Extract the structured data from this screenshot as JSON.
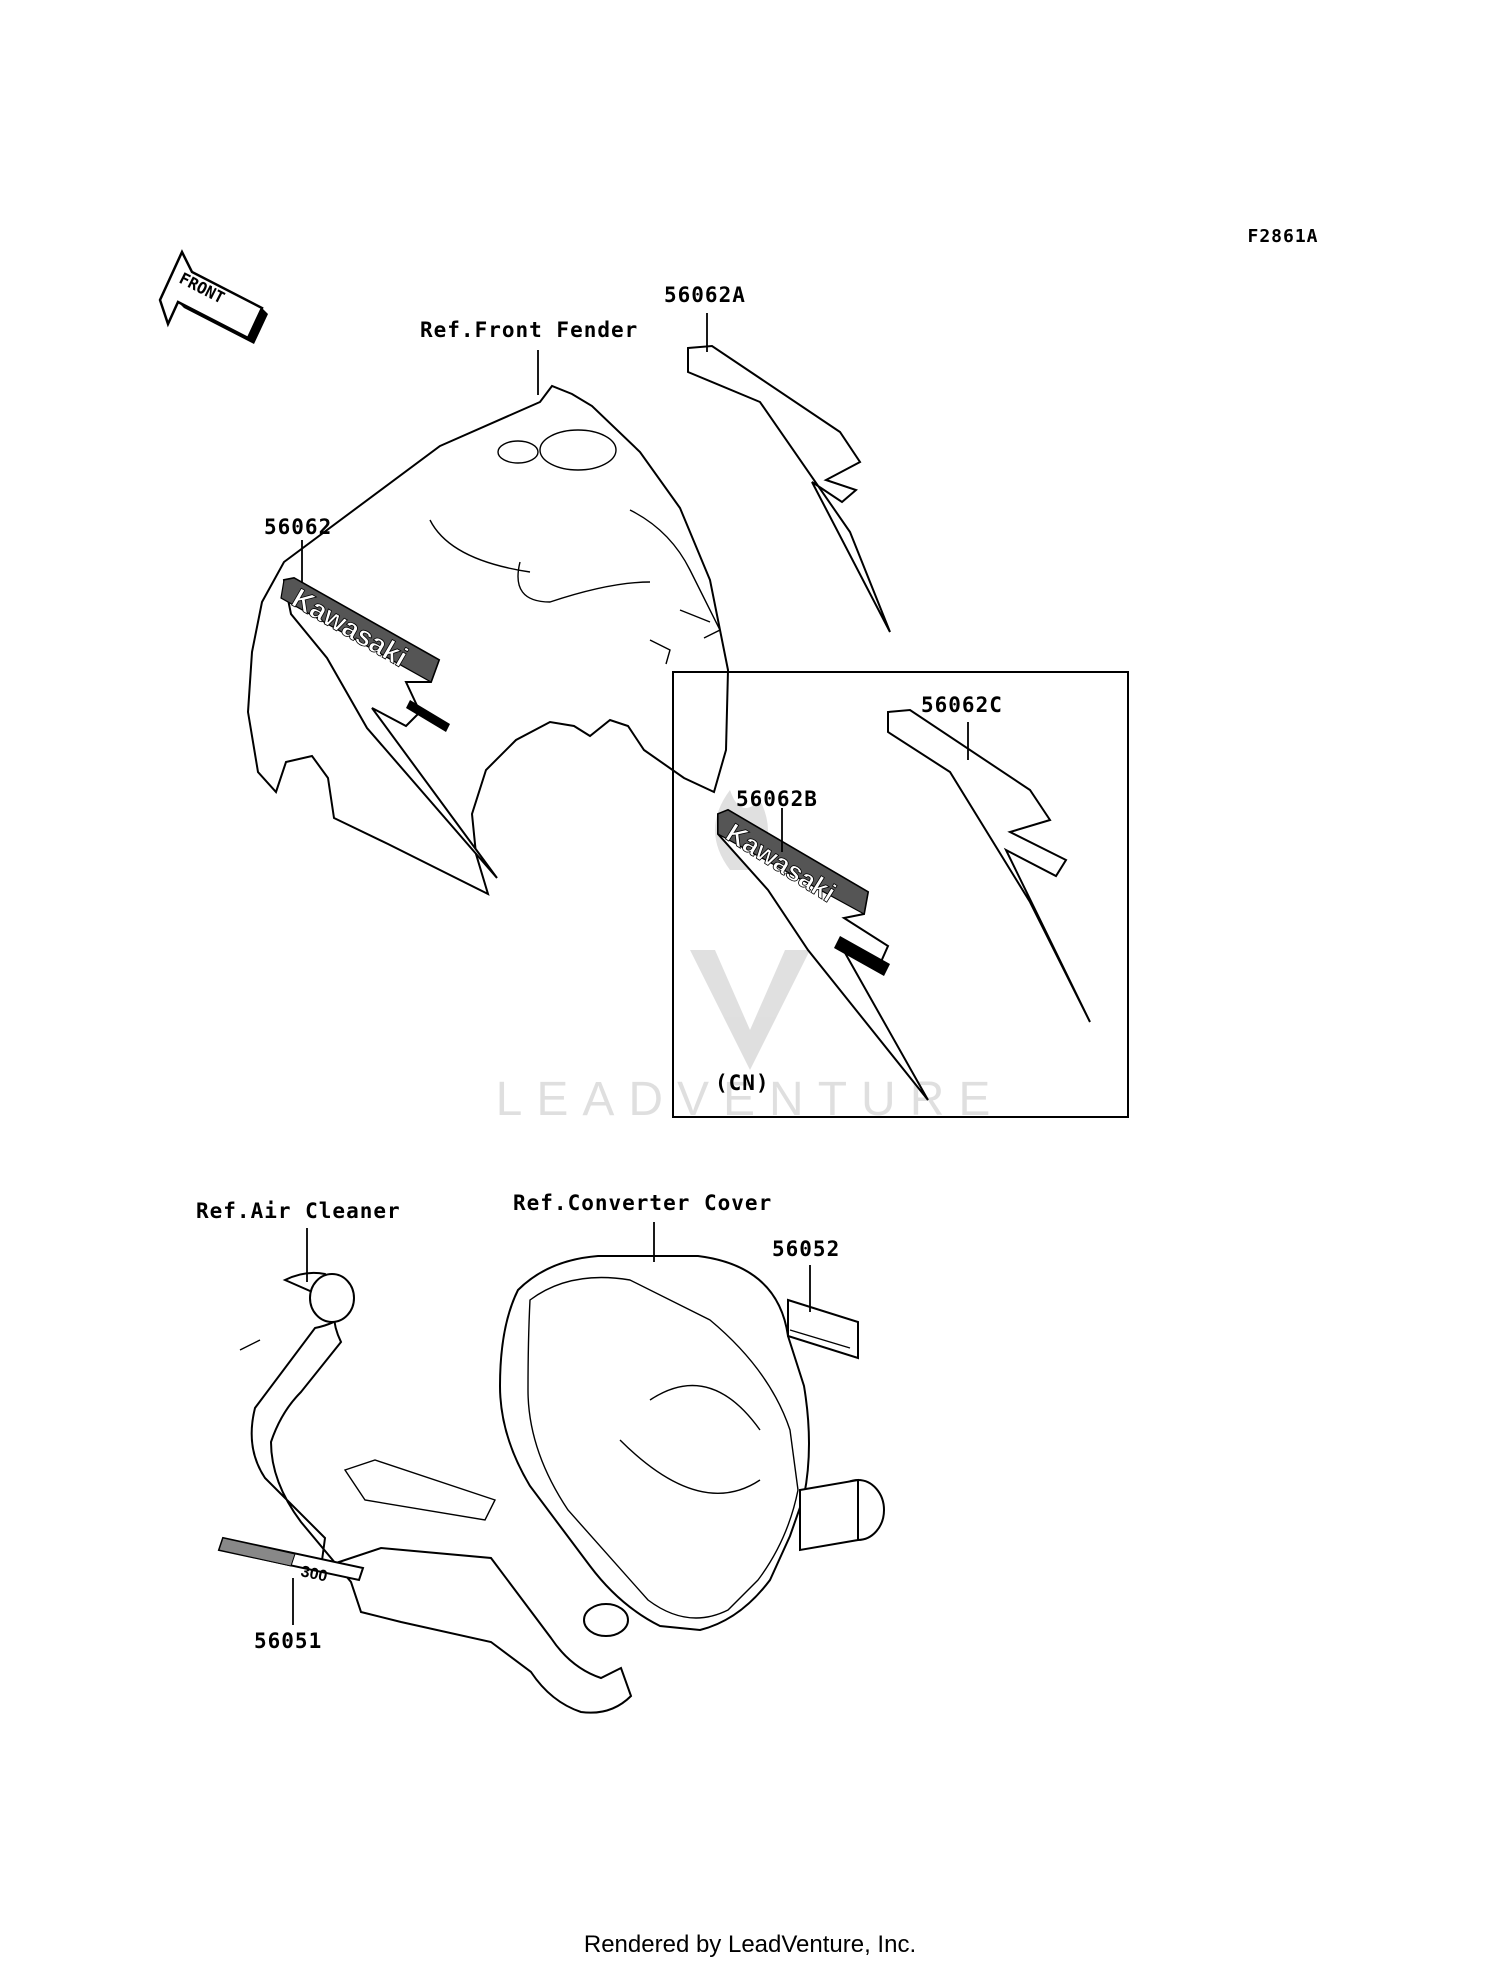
{
  "diagram_code": "F2861A",
  "direction_marker": "FRONT",
  "labels": {
    "ref_front_fender": "Ref.Front Fender",
    "part_56062A": "56062A",
    "part_56062": "56062",
    "part_56062C": "56062C",
    "part_56062B": "56062B",
    "region_cn": "(CN)",
    "ref_air_cleaner": "Ref.Air Cleaner",
    "ref_converter_cover": "Ref.Converter Cover",
    "part_56052": "56052",
    "part_56051": "56051"
  },
  "decal_text": {
    "brand": "Kawasaki",
    "model_badge": "300"
  },
  "watermark": "LEADVENTURE",
  "footer": "Rendered by LeadVenture, Inc."
}
